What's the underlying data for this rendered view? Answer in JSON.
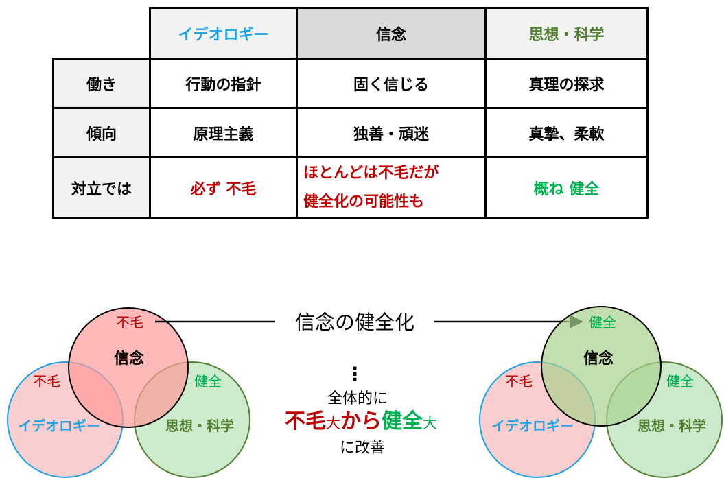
{
  "table": {
    "columns": [
      "イデオロギー",
      "信念",
      "思想・科学"
    ],
    "rows": [
      {
        "label": "働き",
        "cells": [
          "行動の指針",
          "固く信じる",
          "真理の探求"
        ]
      },
      {
        "label": "傾向",
        "cells": [
          "原理主義",
          "独善・頑迷",
          "真摯、柔軟"
        ]
      },
      {
        "label": "対立では",
        "cells": [
          "必ず 不毛",
          "ほとんどは不毛だが",
          "概ね 健全"
        ],
        "extra": "健全化の可能性も"
      }
    ]
  },
  "left_venn": {
    "belief": {
      "label": "信念",
      "tag": "不毛"
    },
    "ideology": {
      "label": "イデオロギー",
      "tag": "不毛"
    },
    "science": {
      "label": "思想・科学",
      "tag": "健全"
    }
  },
  "right_venn": {
    "belief": {
      "label": "信念",
      "tag": "健全"
    },
    "ideology": {
      "label": "イデオロギー",
      "tag": "不毛"
    },
    "science": {
      "label": "思想・科学",
      "tag": "健全"
    }
  },
  "center": {
    "title": "信念の健全化",
    "dots": "⋮",
    "line1": "全体的に",
    "fumou": "不毛",
    "dai1": "大",
    "kara": "から",
    "kenzen": "健全",
    "dai2": "大",
    "line3": "に改善"
  },
  "colors": {
    "ideology": "#1fa3e3",
    "science": "#548235",
    "red": "#c00000",
    "green": "#00b050",
    "pink_fill": "#f9c9c9",
    "red_fill": "#ff9b9b",
    "green_fill": "#c6e7c6"
  }
}
